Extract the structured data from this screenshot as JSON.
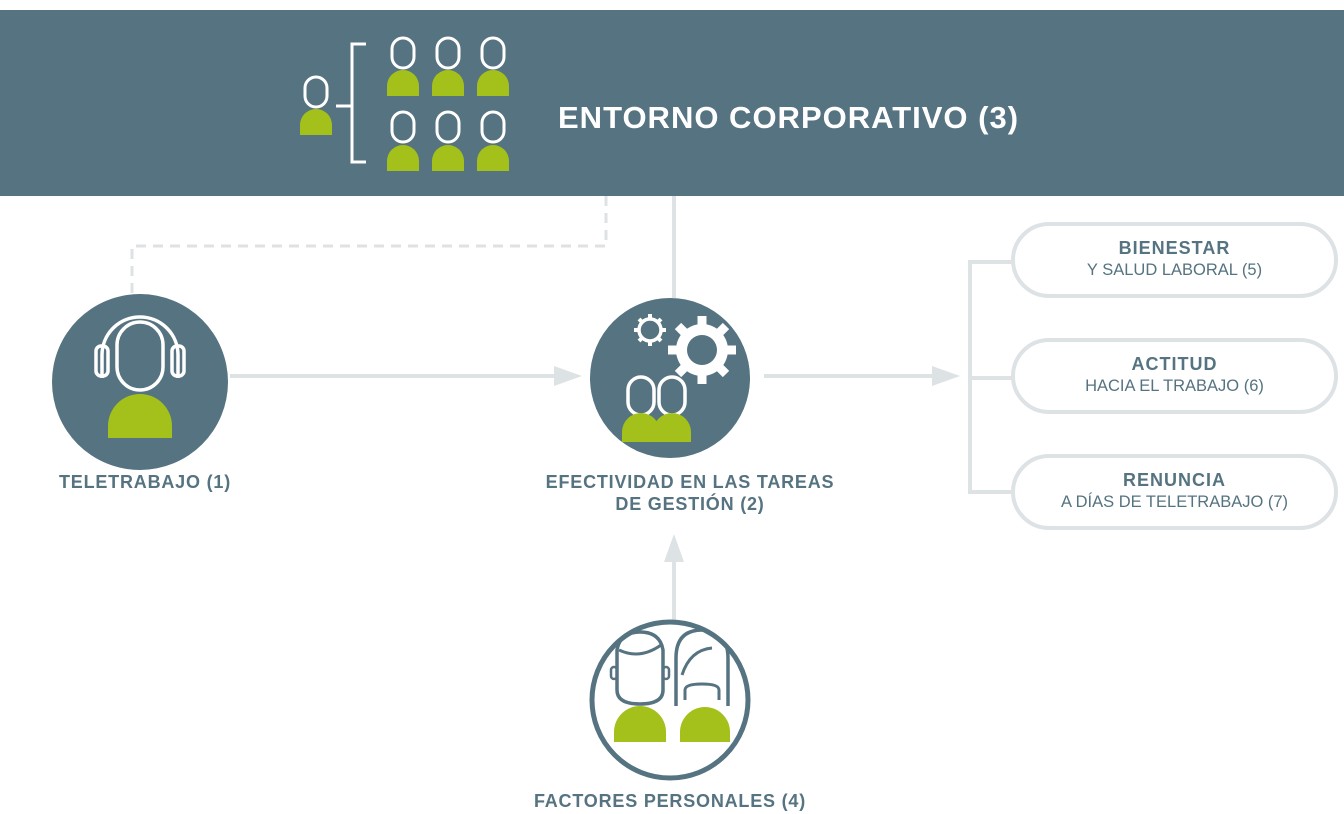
{
  "banner": {
    "title": "ENTORNO CORPORATIVO (3)",
    "icon": "corporate-group-icon"
  },
  "nodes": {
    "teletrabajo": {
      "label": "TELETRABAJO (1)",
      "icon": "headset-person-icon"
    },
    "efectividad": {
      "label_line1": "EFECTIVIDAD EN LAS TAREAS",
      "label_line2": "DE GESTIÓN (2)",
      "icon": "gears-people-icon"
    },
    "factores": {
      "label": "FACTORES PERSONALES (4)",
      "icon": "man-woman-icon"
    }
  },
  "outcomes": [
    {
      "title": "BIENESTAR",
      "subtitle": "Y SALUD LABORAL (5)"
    },
    {
      "title": "ACTITUD",
      "subtitle": "HACIA EL TRABAJO (6)"
    },
    {
      "title": "RENUNCIA",
      "subtitle": "A DÍAS DE TELETRABAJO (7)"
    }
  ],
  "colors": {
    "primary": "#557380",
    "accent": "#a3c01b",
    "connector": "#dde2e5",
    "text_on_dark": "#ffffff"
  }
}
